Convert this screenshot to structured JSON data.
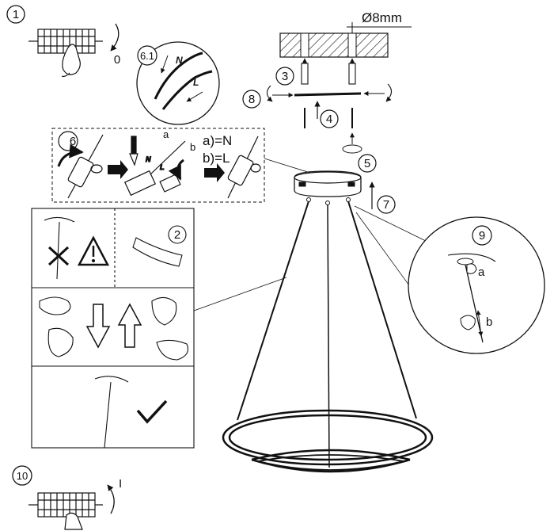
{
  "steps": {
    "s1": "1",
    "s2": "2",
    "s3": "3",
    "s4": "4",
    "s5": "5",
    "s6": "6",
    "s6_1": "6.1",
    "s7": "7",
    "s8": "8",
    "s9": "9",
    "s10": "10"
  },
  "switch_off_label": "0",
  "switch_on_label": "I",
  "drill_size": "Ø8mm",
  "wire_labels": {
    "a": "a",
    "b": "b",
    "a_eq": "a)=N",
    "b_eq": "b)=L",
    "n": "N",
    "l": "L",
    "n_small": "N",
    "l_small": "L"
  },
  "cable_labels": {
    "a": "a",
    "b": "b"
  }
}
